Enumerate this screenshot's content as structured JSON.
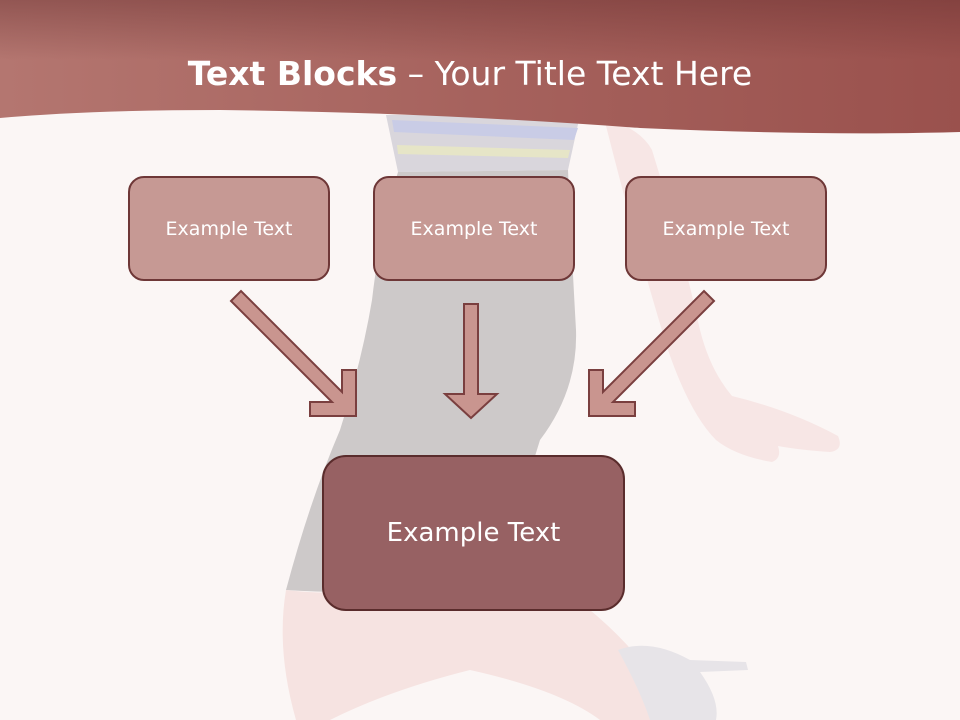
{
  "slide": {
    "title_bold": "Text Blocks",
    "title_rest": " – Your Title Text Here",
    "blocks": [
      {
        "label": "Example Text"
      },
      {
        "label": "Example Text"
      },
      {
        "label": "Example Text"
      }
    ],
    "target": {
      "label": "Example Text"
    }
  },
  "colors": {
    "banner": "#a86460",
    "block_fill": "#c69994",
    "block_border": "#6e3737",
    "target_fill": "#976163",
    "arrow_fill": "#c9958f",
    "arrow_stroke": "#7a3f3f"
  }
}
